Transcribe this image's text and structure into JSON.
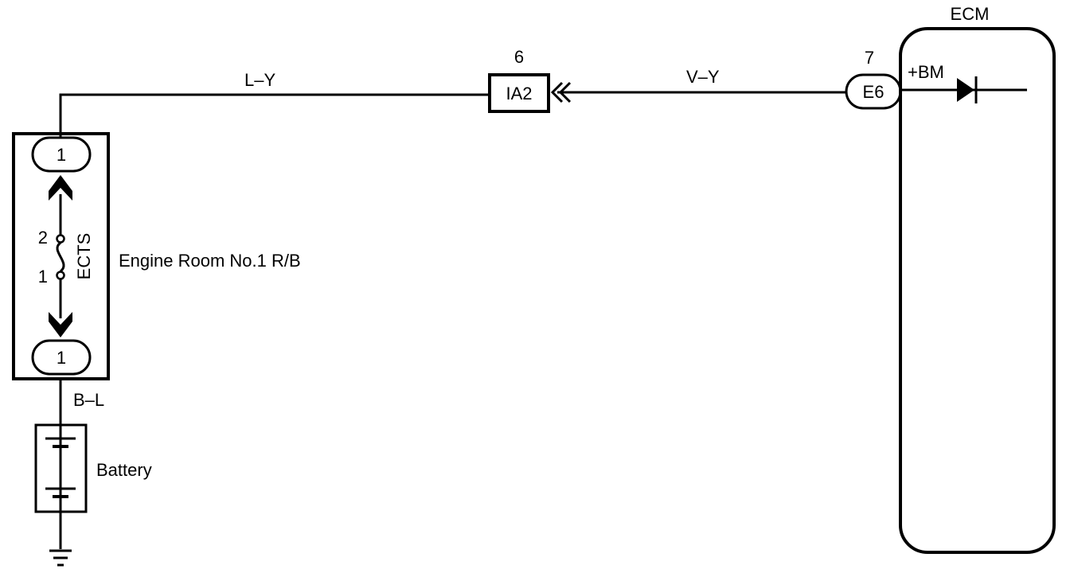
{
  "colors": {
    "ink": "#000000",
    "paper": "#ffffff"
  },
  "wires": {
    "top_left": "L–Y",
    "top_right": "V–Y",
    "bottom": "B–L"
  },
  "relay_box": {
    "label": "Engine Room No.1 R/B",
    "top_pin": "1",
    "bottom_pin": "1",
    "fuse_name": "ECTS",
    "fuse_pin_upper": "2",
    "fuse_pin_lower": "1"
  },
  "connector_ia2": {
    "code": "IA2",
    "pin": "6"
  },
  "connector_e6": {
    "code": "E6",
    "pin": "7"
  },
  "ecm": {
    "title": "ECM",
    "terminal": "+BM"
  },
  "battery": {
    "label": "Battery"
  }
}
